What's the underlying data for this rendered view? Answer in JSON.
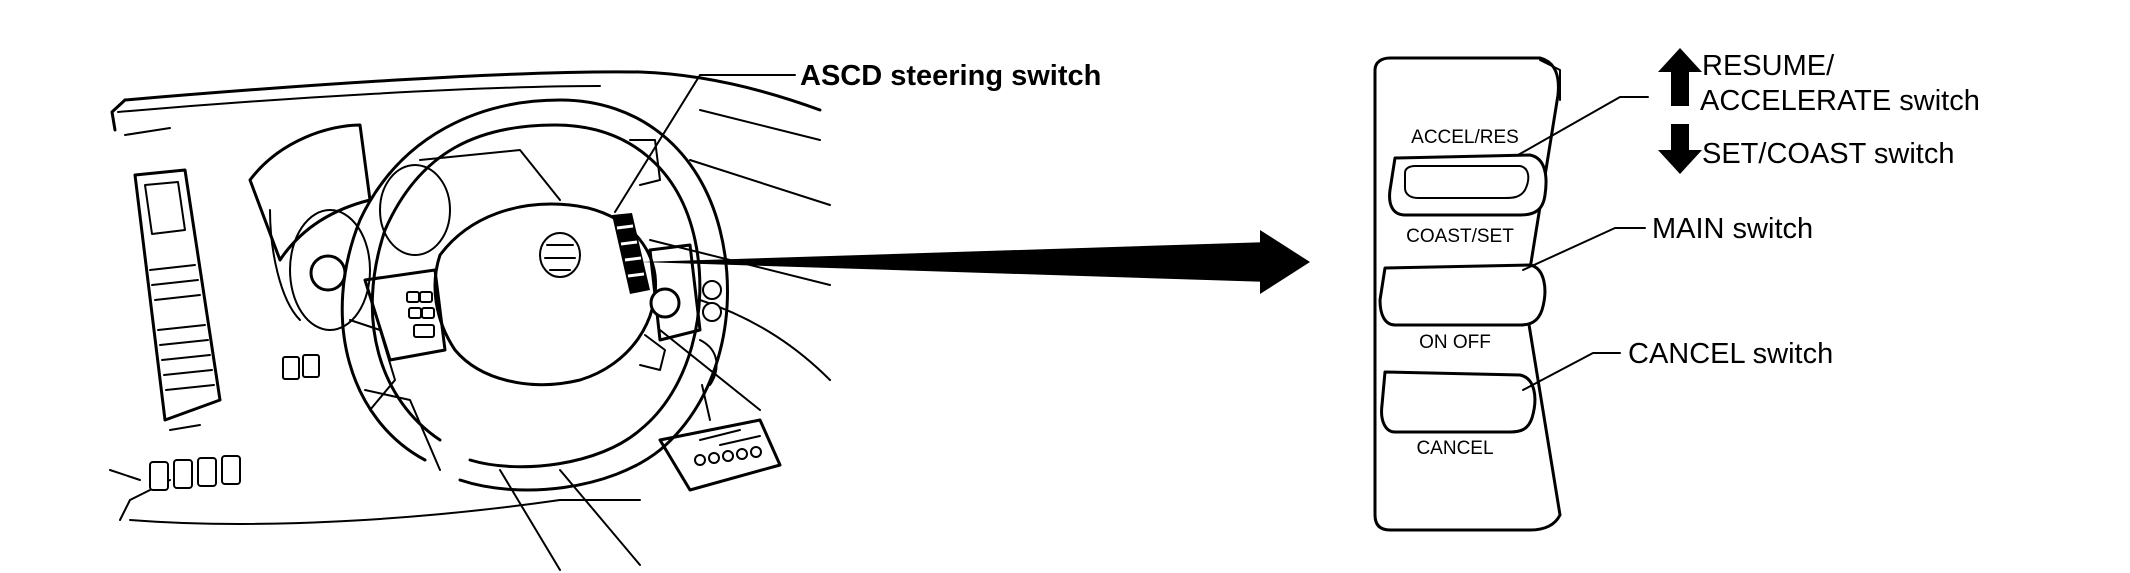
{
  "callouts": {
    "steering_switch": "ASCD steering switch",
    "resume_line1": "RESUME/",
    "resume_line2": "ACCELERATE switch",
    "set_coast": "SET/COAST switch",
    "main": "MAIN switch",
    "cancel": "CANCEL switch"
  },
  "panel_labels": {
    "accel_res": "ACCEL/RES",
    "coast_set": "COAST/SET",
    "on_off": "ON OFF",
    "cancel": "CANCEL"
  },
  "icons": {
    "up": "arrow-up-icon",
    "down": "arrow-down-icon",
    "pointer": "arrow-right-icon"
  }
}
